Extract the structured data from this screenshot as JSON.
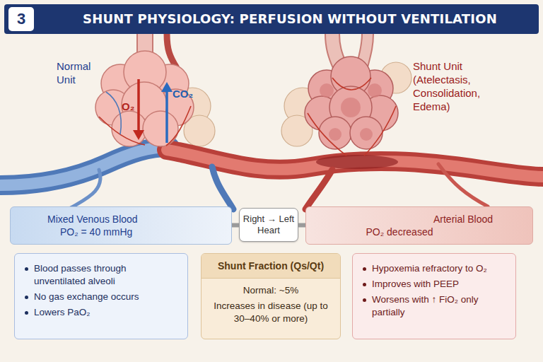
{
  "diagram": {
    "title": "SHUNT PHYSIOLOGY: PERFUSION WITHOUT VENTILATION",
    "nodes": [
      {
        "text": [
          "Mixed Venous Blood",
          "PO₂ = 40 mmHg"
        ]
      },
      {
        "text": [
          "Right → Left Heart"
        ]
      },
      {
        "text": [
          "Arterial Blood",
          "PO₂ decreased"
        ]
      },
      {
        "text": [
          "Blood passes through unventilated alveoli",
          "No gas exchange occurs",
          "Lowers PaO₂"
        ]
      },
      {
        "text": [
          "Shunt Fraction (Qs/Qt)",
          "Normal: ~5%",
          "Increases in disease (up to 30–40% or more)"
        ]
      },
      {
        "text": [
          "Hypoxemia refractory to O₂",
          "Improves with PEEP",
          "Worsens with ↑ FiO₂ only partially"
        ]
      }
    ],
    "edges": [
      {
        "from": 0,
        "to": 1,
        "arrow": "none"
      },
      {
        "from": 1,
        "to": 2,
        "arrow": "none"
      }
    ],
    "labels": [
      "3",
      "Normal Unit",
      "O₂",
      "CO₂",
      "Shunt Unit (Atelectasis, Consolidation, Edema)"
    ]
  }
}
